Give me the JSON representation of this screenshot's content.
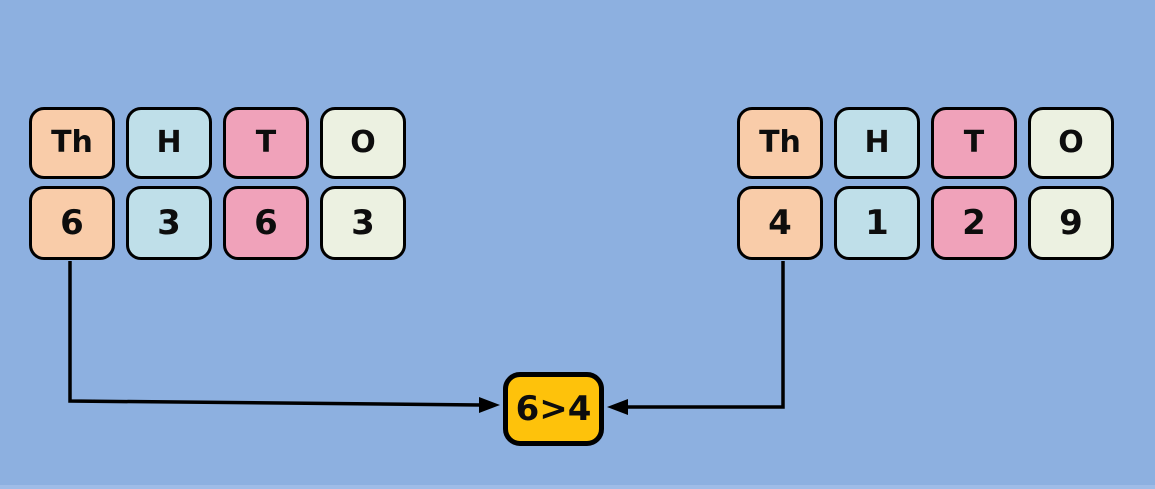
{
  "background": {
    "color": "#8DB0E0",
    "bottom_strip_color": "#9FBCE7"
  },
  "place_columns": [
    {
      "id": "thousands",
      "label": "Th",
      "color": "#F9CCA9"
    },
    {
      "id": "hundreds",
      "label": "H",
      "color": "#BFDFE9"
    },
    {
      "id": "tens",
      "label": "T",
      "color": "#F0A2BA"
    },
    {
      "id": "ones",
      "label": "O",
      "color": "#ECF1E1"
    }
  ],
  "left_number": {
    "digits": [
      "6",
      "3",
      "6",
      "3"
    ]
  },
  "right_number": {
    "digits": [
      "4",
      "1",
      "2",
      "9"
    ]
  },
  "comparison": {
    "label": "6>4",
    "fill_color": "#FEC20B"
  },
  "arrows": {
    "color": "#000000"
  }
}
